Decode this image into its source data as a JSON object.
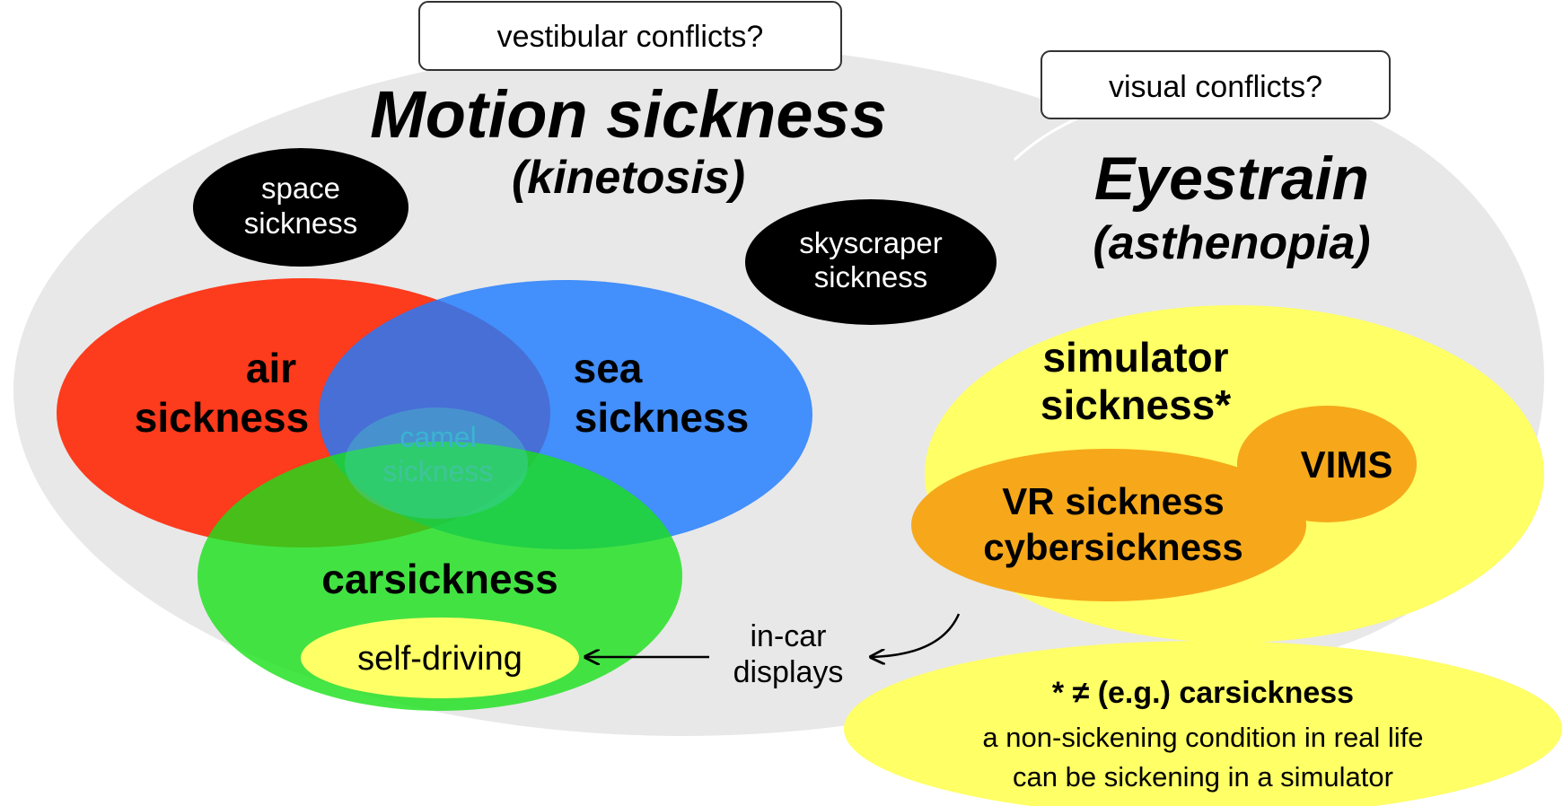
{
  "colors": {
    "background": "#ffffff",
    "motion_area": "#e8e8e8",
    "eyestrain_area": "#e8e8e8",
    "air": "#ff2200",
    "sea": "#1e7bff",
    "car": "#19e019",
    "camel": "#49d0c4",
    "yellow": "#ffff66",
    "orange": "#f6a81a",
    "black_ellipse": "#000000"
  },
  "boxes": {
    "vestibular": "vestibular conflicts?",
    "visual": "visual conflicts?"
  },
  "motion": {
    "title": "Motion sickness",
    "subtitle": "(kinetosis)"
  },
  "eyestrain": {
    "title": "Eyestrain",
    "subtitle": "(asthenopia)"
  },
  "black_ellipses": {
    "space": [
      "space",
      "sickness"
    ],
    "skyscraper": [
      "skyscraper",
      "sickness"
    ]
  },
  "venn": {
    "air": [
      "air",
      "sickness"
    ],
    "sea": [
      "sea",
      "sickness"
    ],
    "camel": [
      "camel",
      "sickness"
    ],
    "car": "carsickness",
    "self_driving": "self-driving"
  },
  "simulator": {
    "title": [
      "simulator",
      "sickness*"
    ],
    "vims": "VIMS",
    "vr": [
      "VR sickness",
      "cybersickness"
    ]
  },
  "link": {
    "label": [
      "in-car",
      "displays"
    ]
  },
  "footnote": {
    "title": "* ≠ (e.g.) carsickness",
    "lines": [
      "a non-sickening condition in real life",
      "can be sickening in a simulator"
    ]
  }
}
